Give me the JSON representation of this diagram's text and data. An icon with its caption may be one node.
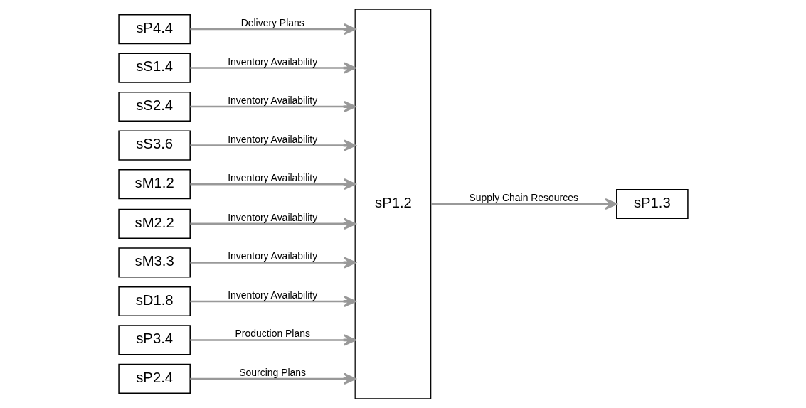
{
  "diagram": {
    "nodes": [
      {
        "text": [
          "sP4.4"
        ]
      },
      {
        "text": [
          "sS1.4"
        ]
      },
      {
        "text": [
          "sS2.4"
        ]
      },
      {
        "text": [
          "sS3.6"
        ]
      },
      {
        "text": [
          "sM1.2"
        ]
      },
      {
        "text": [
          "sM2.2"
        ]
      },
      {
        "text": [
          "sM3.3"
        ]
      },
      {
        "text": [
          "sD1.8"
        ]
      },
      {
        "text": [
          "sP3.4"
        ]
      },
      {
        "text": [
          "sP2.4"
        ]
      },
      {
        "text": [
          "sP1.2"
        ]
      },
      {
        "text": [
          "sP1.3"
        ]
      }
    ],
    "edges": [
      {
        "from": 0,
        "to": 10,
        "arrow": "to",
        "label": "Delivery Plans"
      },
      {
        "from": 1,
        "to": 10,
        "arrow": "to",
        "label": "Inventory Availability"
      },
      {
        "from": 2,
        "to": 10,
        "arrow": "to",
        "label": "Inventory Availability"
      },
      {
        "from": 3,
        "to": 10,
        "arrow": "to",
        "label": "Inventory Availability"
      },
      {
        "from": 4,
        "to": 10,
        "arrow": "to",
        "label": "Inventory Availability"
      },
      {
        "from": 5,
        "to": 10,
        "arrow": "to",
        "label": "Inventory Availability"
      },
      {
        "from": 6,
        "to": 10,
        "arrow": "to",
        "label": "Inventory Availability"
      },
      {
        "from": 7,
        "to": 10,
        "arrow": "to",
        "label": "Inventory Availability"
      },
      {
        "from": 8,
        "to": 10,
        "arrow": "to",
        "label": "Production Plans"
      },
      {
        "from": 9,
        "to": 10,
        "arrow": "to",
        "label": "Sourcing Plans"
      },
      {
        "from": 10,
        "to": 11,
        "arrow": "to",
        "label": "Supply Chain Resources"
      }
    ]
  }
}
